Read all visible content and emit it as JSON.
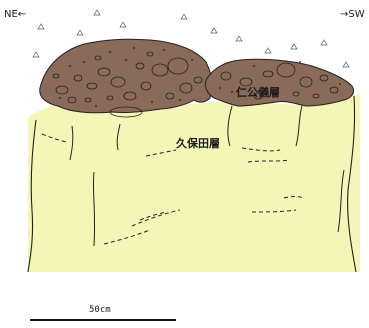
{
  "direction": {
    "left": "NE←",
    "right": "→SW"
  },
  "layers": {
    "upper": "仁公儀層",
    "lower": "久保田層"
  },
  "scale": {
    "label": "50cm"
  },
  "colors": {
    "upper_layer_fill": "#8a6a58",
    "lower_layer_fill": "#f3f6b6",
    "line": "#222222",
    "background": "#ffffff"
  }
}
